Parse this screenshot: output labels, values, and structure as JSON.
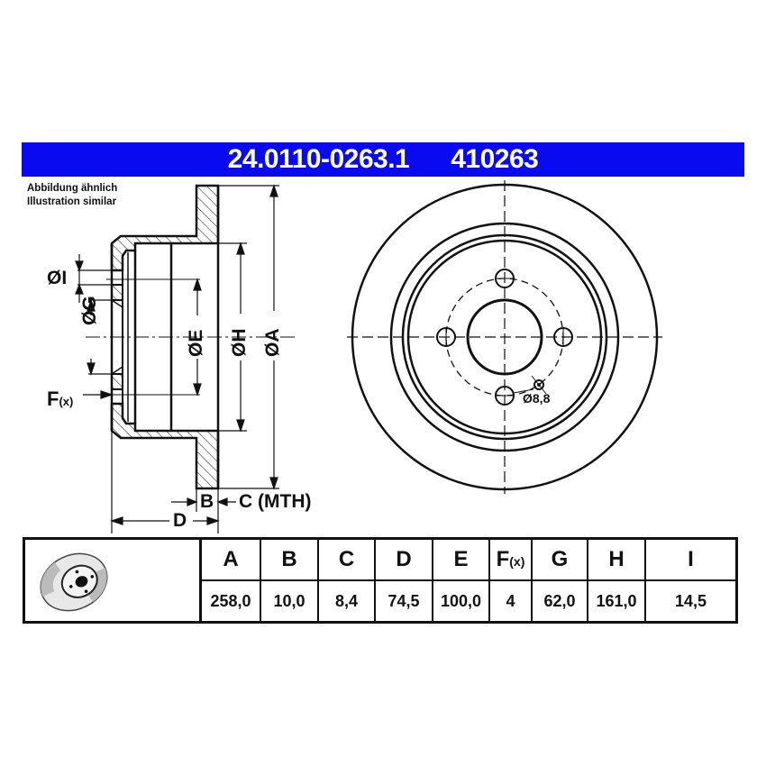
{
  "header": {
    "part_number": "24.0110-0263.1",
    "ref_number": "410263",
    "banner_color": "#0a0af0"
  },
  "note": {
    "line1": "Abbildung ähnlich",
    "line2": "Illustration similar"
  },
  "section_view": {
    "labels": {
      "dia_I": "ØI",
      "dia_G": "ØG",
      "dia_E": "ØE",
      "dia_H": "ØH",
      "dia_A": "ØA",
      "F": "F",
      "F_sub": "(x)",
      "B": "B",
      "C": "C (MTH)",
      "D": "D"
    }
  },
  "front_view": {
    "hole_label": "Ø8,8"
  },
  "table": {
    "columns": [
      {
        "key": "A",
        "label": "A",
        "sub": "",
        "value": "258,0"
      },
      {
        "key": "B",
        "label": "B",
        "sub": "",
        "value": "10,0"
      },
      {
        "key": "C",
        "label": "C",
        "sub": "",
        "value": "8,4"
      },
      {
        "key": "D",
        "label": "D",
        "sub": "",
        "value": "74,5"
      },
      {
        "key": "E",
        "label": "E",
        "sub": "",
        "value": "100,0"
      },
      {
        "key": "F",
        "label": "F",
        "sub": "(x)",
        "value": "4"
      },
      {
        "key": "G",
        "label": "G",
        "sub": "",
        "value": "62,0"
      },
      {
        "key": "H",
        "label": "H",
        "sub": "",
        "value": "161,0"
      },
      {
        "key": "I",
        "label": "I",
        "sub": "",
        "value": "14,5"
      }
    ],
    "thumbnail_icon": "brake-disc-thumbnail"
  }
}
